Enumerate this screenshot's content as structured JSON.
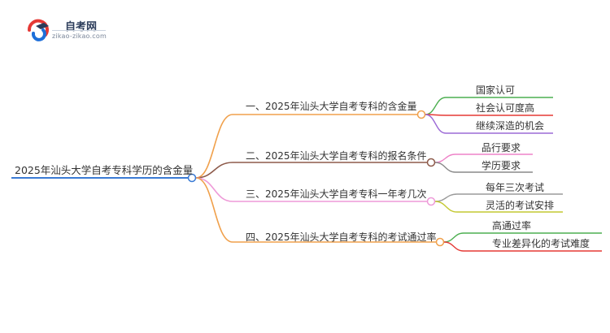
{
  "logo": {
    "title": "自考网",
    "domain": "zikao-zikao.com",
    "icon": "graduation-cap-icon",
    "colors": {
      "red": "#e53935",
      "blue": "#1e6fd9",
      "navy": "#2b3c5a"
    }
  },
  "mindmap": {
    "root": {
      "label": "2025年汕头大学自考专科学历的含金量",
      "color": "#3a7bd5"
    },
    "branches": [
      {
        "label": "一、2025年汕头大学自考专科的含金量",
        "color": "#f0a04b",
        "children": [
          {
            "label": "国家认可",
            "color": "#4caf50"
          },
          {
            "label": "社会认可度高",
            "color": "#e53935"
          },
          {
            "label": "继续深造的机会",
            "color": "#9c6ad6"
          }
        ]
      },
      {
        "label": "二、2025年汕头大学自考专科的报名条件",
        "color": "#8d5a4a",
        "children": [
          {
            "label": "品行要求",
            "color": "#ee82c8"
          },
          {
            "label": "学历要求",
            "color": "#8a8a8a"
          }
        ]
      },
      {
        "label": "三、2025年汕头大学自考专科一年考几次",
        "color": "#ee9ad8",
        "children": [
          {
            "label": "每年三次考试",
            "color": "#9a9a9a"
          },
          {
            "label": "灵活的考试安排",
            "color": "#c4c832"
          }
        ]
      },
      {
        "label": "四、2025年汕头大学自考专科的考试通过率",
        "color": "#f0a04b",
        "children": [
          {
            "label": "高通过率",
            "color": "#4caf50"
          },
          {
            "label": "专业差异化的考试难度",
            "color": "#e53935"
          }
        ]
      }
    ]
  }
}
